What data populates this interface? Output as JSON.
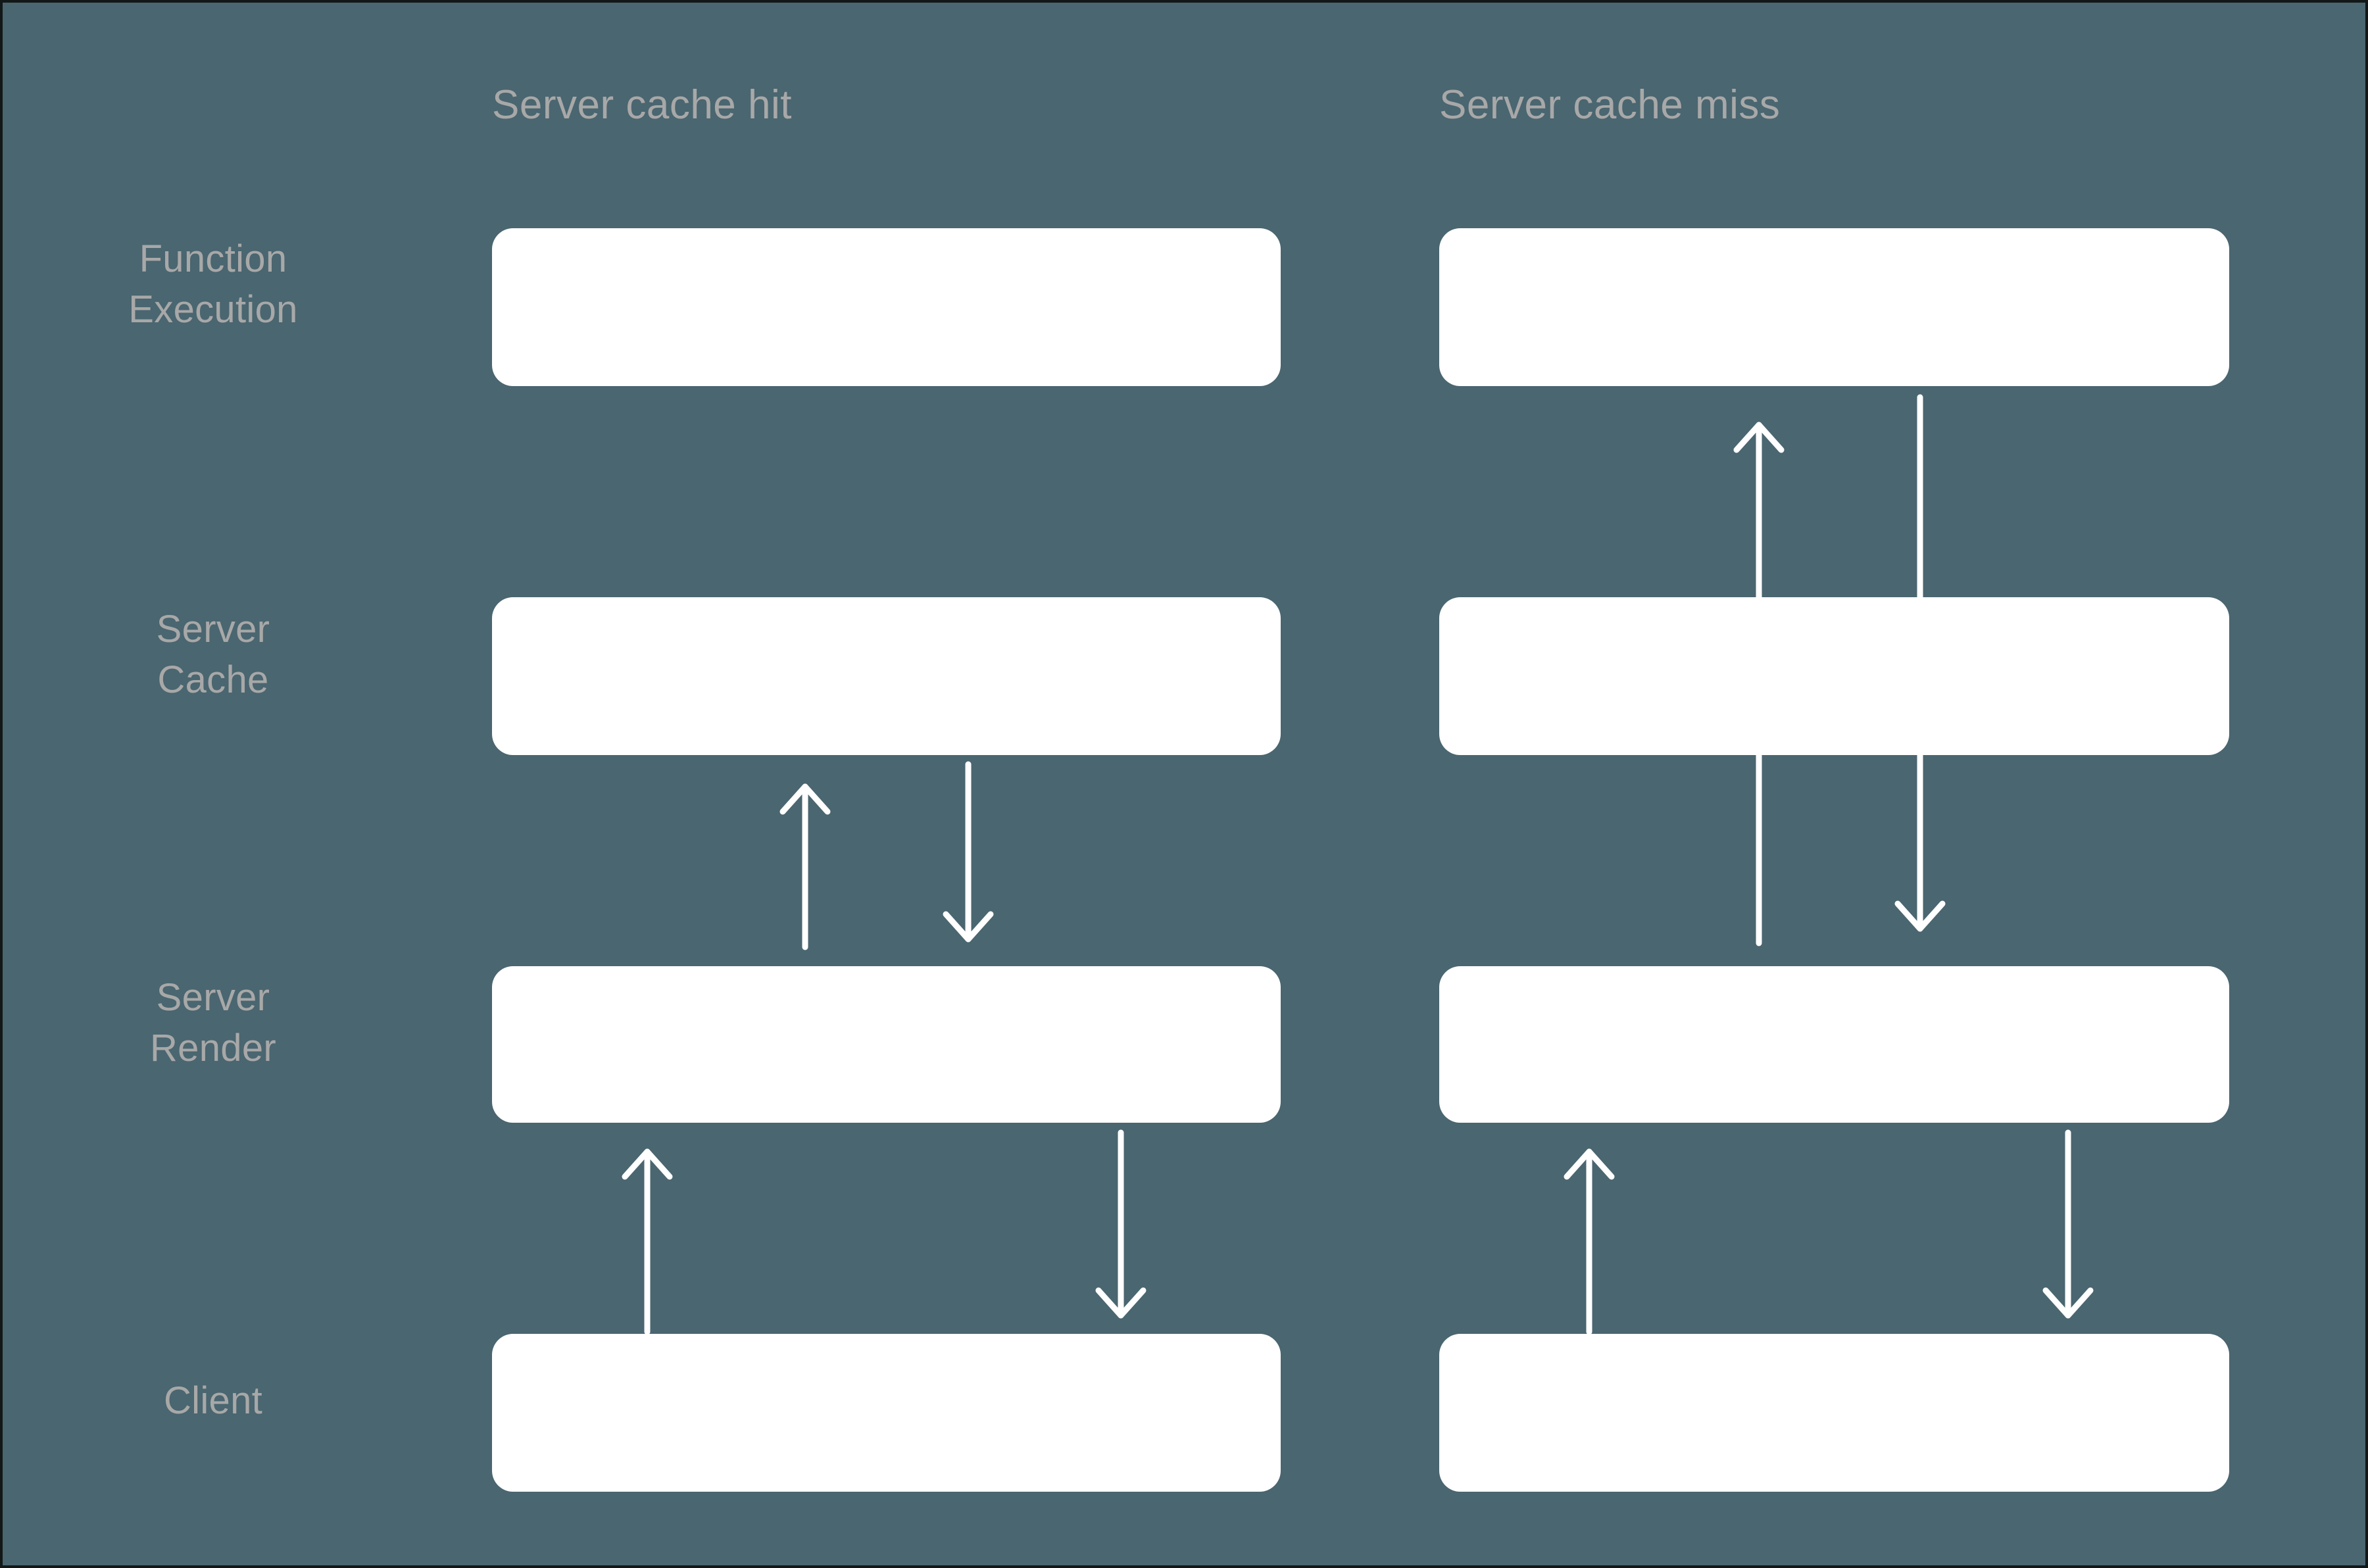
{
  "diagram": {
    "title_not_shown": "",
    "background_color": "#4a6670",
    "box_color": "#ffffff",
    "label_color": "#a8a8a8",
    "arrow_color": "#ffffff"
  },
  "columns": [
    {
      "id": "cache-hit",
      "label": "Server cache hit"
    },
    {
      "id": "cache-miss",
      "label": "Server cache miss"
    }
  ],
  "rows": [
    {
      "id": "function-execution",
      "label": "Function\nExecution",
      "line1": "Function",
      "line2": "Execution"
    },
    {
      "id": "server-cache",
      "label": "Server\nCache",
      "line1": "Server",
      "line2": "Cache"
    },
    {
      "id": "server-render",
      "label": "Server\nRender",
      "line1": "Server",
      "line2": "Render"
    },
    {
      "id": "client",
      "label": "Client",
      "line1": "Client",
      "line2": ""
    }
  ],
  "boxes": [
    {
      "column": "cache-hit",
      "row": "function-execution"
    },
    {
      "column": "cache-hit",
      "row": "server-cache"
    },
    {
      "column": "cache-hit",
      "row": "server-render"
    },
    {
      "column": "cache-hit",
      "row": "client"
    },
    {
      "column": "cache-miss",
      "row": "function-execution"
    },
    {
      "column": "cache-miss",
      "row": "server-cache"
    },
    {
      "column": "cache-miss",
      "row": "server-render"
    },
    {
      "column": "cache-miss",
      "row": "client"
    }
  ],
  "arrows": [
    {
      "column": "cache-hit",
      "from": "server-render",
      "to": "server-cache",
      "direction": "up"
    },
    {
      "column": "cache-hit",
      "from": "server-cache",
      "to": "server-render",
      "direction": "down"
    },
    {
      "column": "cache-hit",
      "from": "client",
      "to": "server-render",
      "direction": "up"
    },
    {
      "column": "cache-hit",
      "from": "server-render",
      "to": "client",
      "direction": "down"
    },
    {
      "column": "cache-miss",
      "from": "server-render",
      "to": "function-execution",
      "direction": "up"
    },
    {
      "column": "cache-miss",
      "from": "function-execution",
      "to": "server-render",
      "direction": "down"
    },
    {
      "column": "cache-miss",
      "from": "client",
      "to": "server-render",
      "direction": "up"
    },
    {
      "column": "cache-miss",
      "from": "server-render",
      "to": "client",
      "direction": "down"
    }
  ]
}
